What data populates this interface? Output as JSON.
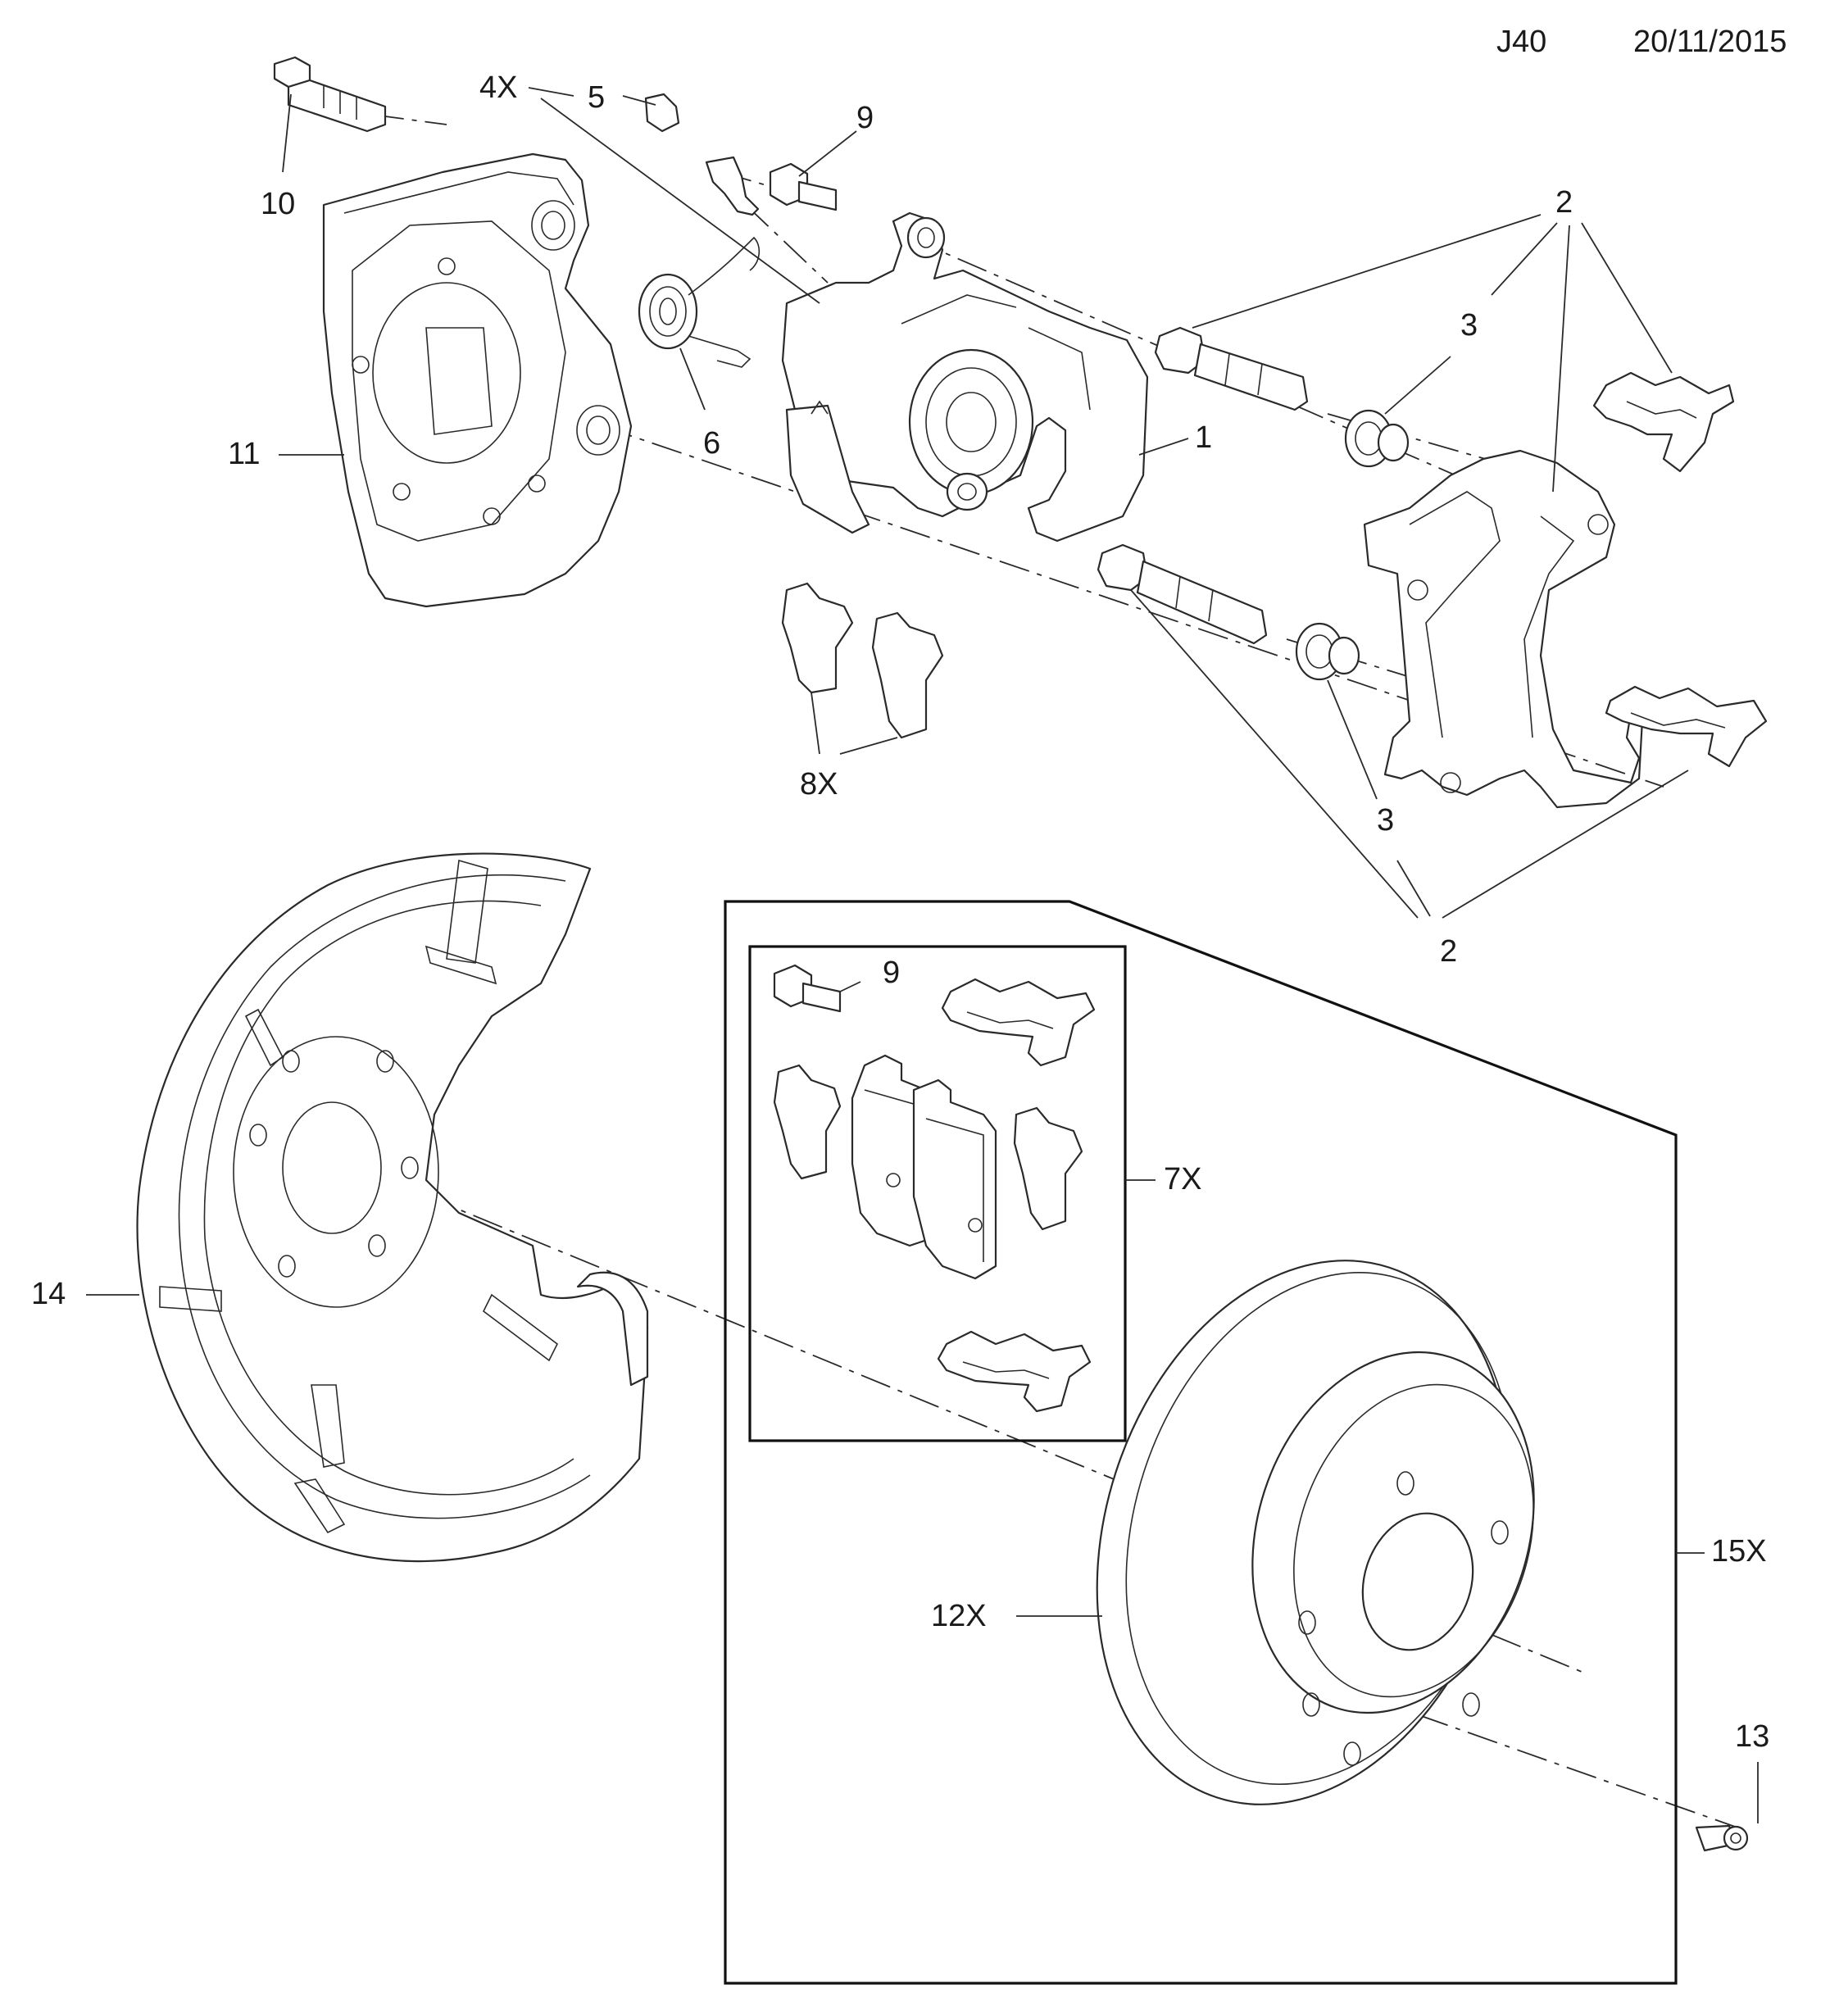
{
  "header": {
    "code": "J40",
    "date": "20/11/2015"
  },
  "callouts": {
    "c1": "1",
    "c2_top": "2",
    "c2_bottom": "2",
    "c3_top": "3",
    "c3_bottom": "3",
    "c4x": "4X",
    "c5": "5",
    "c6": "6",
    "c7x": "7X",
    "c8x": "8X",
    "c9_top": "9",
    "c9_kit": "9",
    "c10": "10",
    "c11": "11",
    "c12x": "12X",
    "c13": "13",
    "c14": "14",
    "c15x": "15X"
  }
}
